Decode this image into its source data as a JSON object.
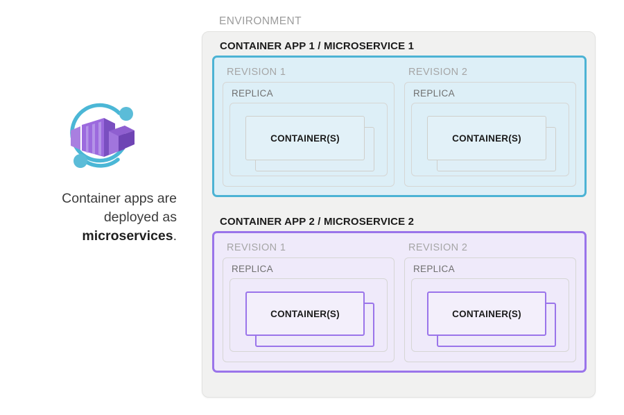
{
  "caption": {
    "line1": "Container apps are",
    "line2": "deployed as",
    "bold_word": "microservices",
    "period": "."
  },
  "icon": {
    "name": "azure-container-apps-icon",
    "colors": {
      "box_light": "#a97fe0",
      "box_mid": "#9c6ade",
      "box_dark": "#7a4fc0",
      "box_face": "#b593e8",
      "arc": "#4bb7d6",
      "dot": "#5bbcd8"
    }
  },
  "environment": {
    "label": "ENVIRONMENT",
    "apps": [
      {
        "title": "CONTAINER APP 1 / MICROSERVICE 1",
        "theme": "blue",
        "accent": "#4cb3d4",
        "fill": "#ddeff7",
        "revisions": [
          {
            "label": "REVISION 1",
            "replica_label": "REPLICA",
            "container_label": "CONTAINER(S)"
          },
          {
            "label": "REVISION 2",
            "replica_label": "REPLICA",
            "container_label": "CONTAINER(S)"
          }
        ]
      },
      {
        "title": "CONTAINER APP 2 / MICROSERVICE 2",
        "theme": "purple",
        "accent": "#9a74ea",
        "fill": "#efeafa",
        "revisions": [
          {
            "label": "REVISION 1",
            "replica_label": "REPLICA",
            "container_label": "CONTAINER(S)"
          },
          {
            "label": "REVISION 2",
            "replica_label": "REPLICA",
            "container_label": "CONTAINER(S)"
          }
        ]
      }
    ]
  }
}
